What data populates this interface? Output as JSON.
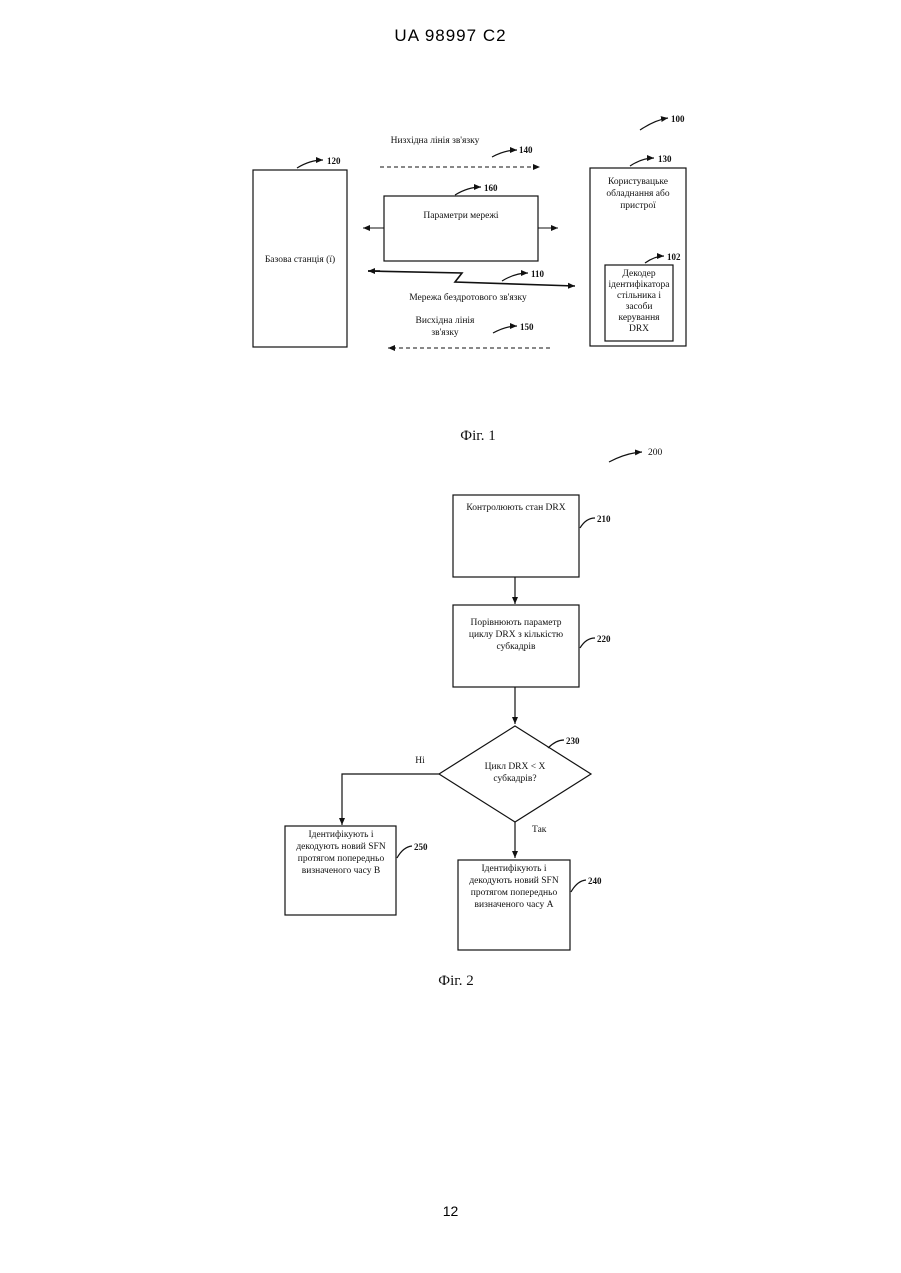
{
  "header": {
    "doc_id": "UA   98997   C2"
  },
  "fig1": {
    "caption": "Фіг. 1",
    "system_ref": "100",
    "downlink": {
      "label": "Низхідна лінія зв'язку",
      "ref": "140"
    },
    "base_station": {
      "label": "Базова станція (ї)",
      "ref": "120"
    },
    "network_params": {
      "label": "Параметри мережі",
      "ref": "160"
    },
    "user_equipment": {
      "label_lines": [
        "Користувацьке",
        "обладнання або",
        "пристрої"
      ],
      "ref": "130"
    },
    "decoder": {
      "label_lines": [
        "Декодер",
        "ідентифікатора",
        "стільника і",
        "засоби",
        "керування",
        "DRX"
      ],
      "ref": "102"
    },
    "wireless_net": {
      "label": "Мережа бездротового зв'язку",
      "ref": "110"
    },
    "uplink": {
      "label_lines": [
        "Висхідна лінія",
        "зв'язку"
      ],
      "ref": "150"
    }
  },
  "fig2": {
    "caption": "Фіг. 2",
    "flow_ref": "200",
    "step210": {
      "text_lines": [
        "Контролюють стан DRX"
      ],
      "ref": "210"
    },
    "step220": {
      "text_lines": [
        "Порівнюють параметр",
        "циклу DRX з кількістю",
        "субкадрів"
      ],
      "ref": "220"
    },
    "step230": {
      "text_lines": [
        "Цикл DRX < X",
        "субкадрів?"
      ],
      "ref": "230"
    },
    "branch_no": "Ні",
    "branch_yes": "Так",
    "step250": {
      "text_lines": [
        "Ідентифікують і",
        "декодують новий SFN",
        "протягом  попередньо",
        "визначеного часу B"
      ],
      "ref": "250"
    },
    "step240": {
      "text_lines": [
        "Ідентифікують і",
        "декодують новий SFN",
        "протягом  попередньо",
        "визначеного часу A"
      ],
      "ref": "240"
    }
  },
  "footer": {
    "page_number": "12"
  }
}
